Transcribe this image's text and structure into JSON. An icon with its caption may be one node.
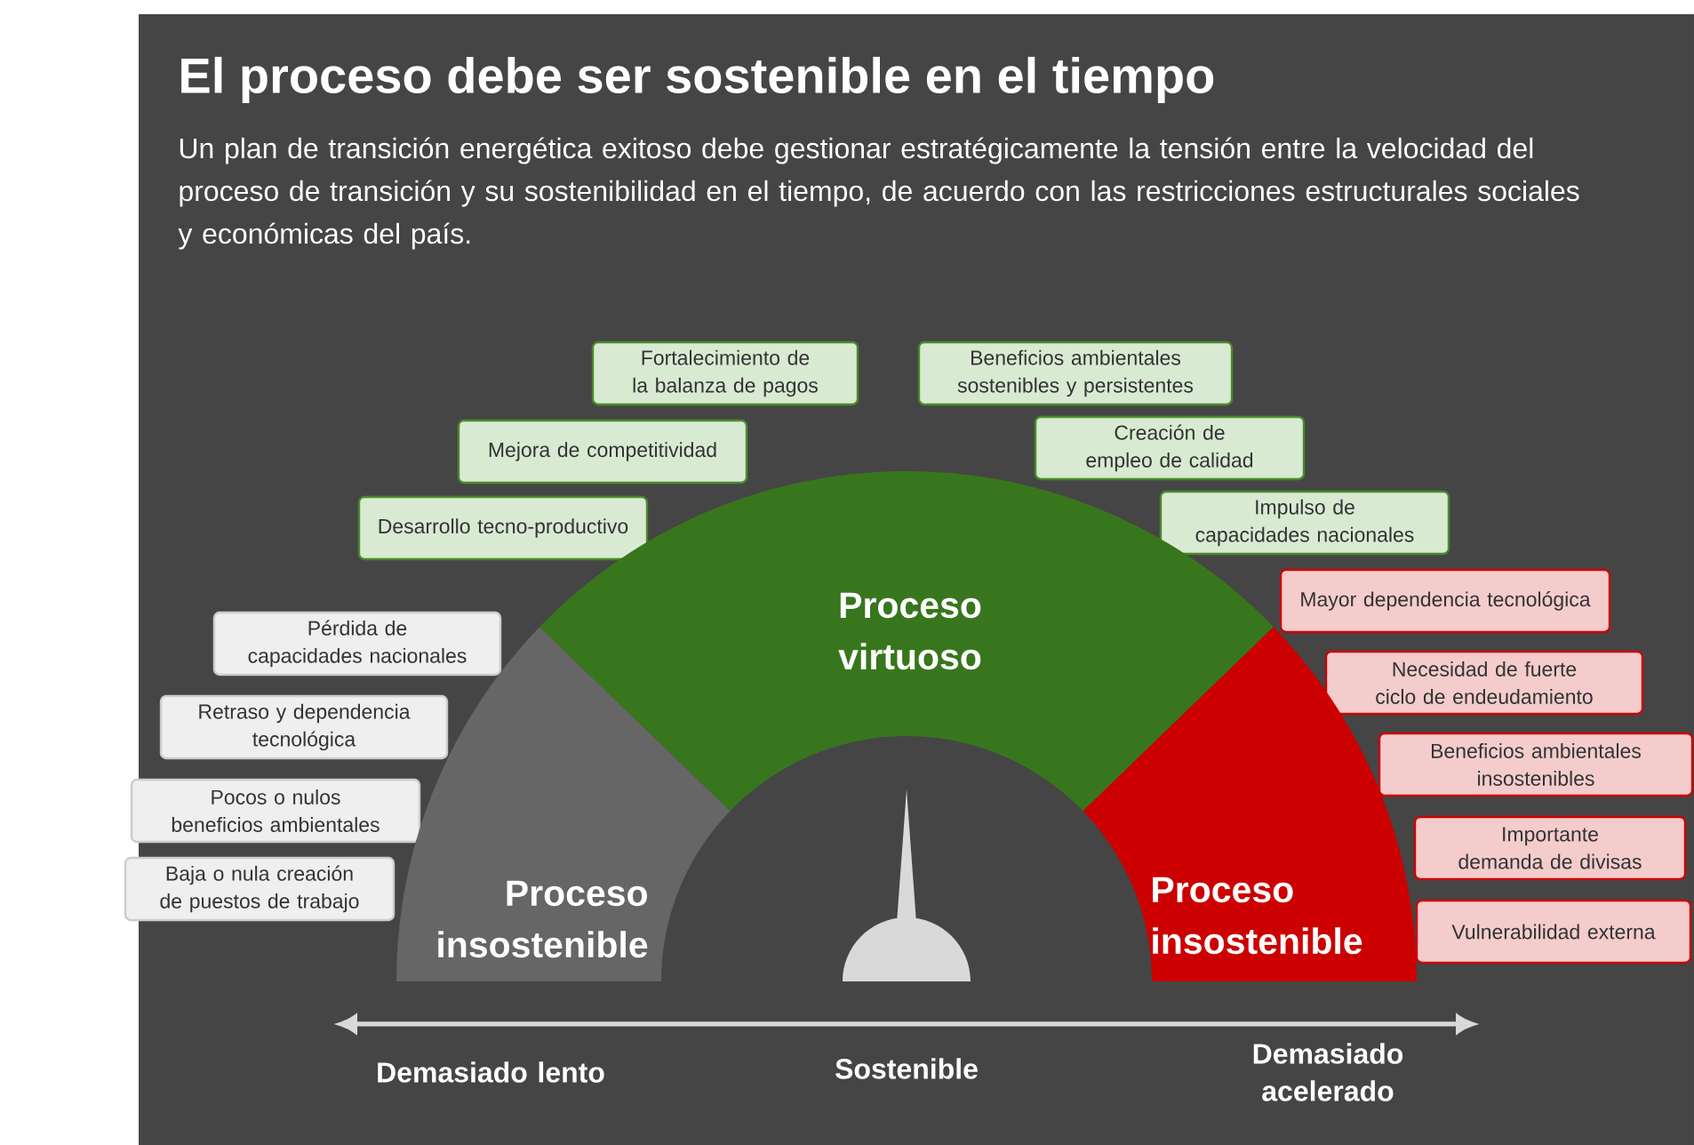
{
  "diagram": {
    "title": "El proceso debe ser sostenible en el tiempo",
    "caption": "Un plan de transición energética exitoso debe gestionar estratégicamente la tensión entre la velocidad del proceso de transición y su sostenibilidad en el tiempo, de acuerdo con las restricciones estructurales sociales y económicas  del país.",
    "nodes": [
      {
        "text": [
          "Fortalecimiento de la balanza de pagos"
        ]
      },
      {
        "text": [
          "Beneficios ambientales sostenibles y persistentes"
        ]
      },
      {
        "text": [
          "Mejora de competitividad"
        ]
      },
      {
        "text": [
          "Creación de empleo de calidad"
        ]
      },
      {
        "text": [
          "Desarrollo tecno-productivo"
        ]
      },
      {
        "text": [
          "Impulso de capacidades nacionales"
        ]
      },
      {
        "text": [
          "Mayor dependencia tecnológica"
        ]
      },
      {
        "text": [
          "Pérdida de capacidades nacionales"
        ]
      },
      {
        "text": [
          "Proceso virtuoso"
        ]
      },
      {
        "text": [
          "Necesidad de fuerte ciclo de endeudamiento"
        ]
      },
      {
        "text": [
          "Retraso y dependencia tecnológica"
        ]
      },
      {
        "text": [
          "Beneficios ambientales insostenibles"
        ]
      },
      {
        "text": [
          "Pocos o nulos beneficios ambientales"
        ]
      },
      {
        "text": [
          "Importante demanda de divisas"
        ]
      },
      {
        "text": [
          "Baja o nula creación de puestos de trabajo"
        ]
      },
      {
        "text": [
          "Proceso insostenible"
        ]
      },
      {
        "text": [
          "Proceso insostenible"
        ]
      },
      {
        "text": [
          "Vulnerabilidad externa"
        ]
      }
    ],
    "labels": [
      "Demasiado lento",
      "Sostenible",
      "Demasiado acelerado"
    ]
  }
}
